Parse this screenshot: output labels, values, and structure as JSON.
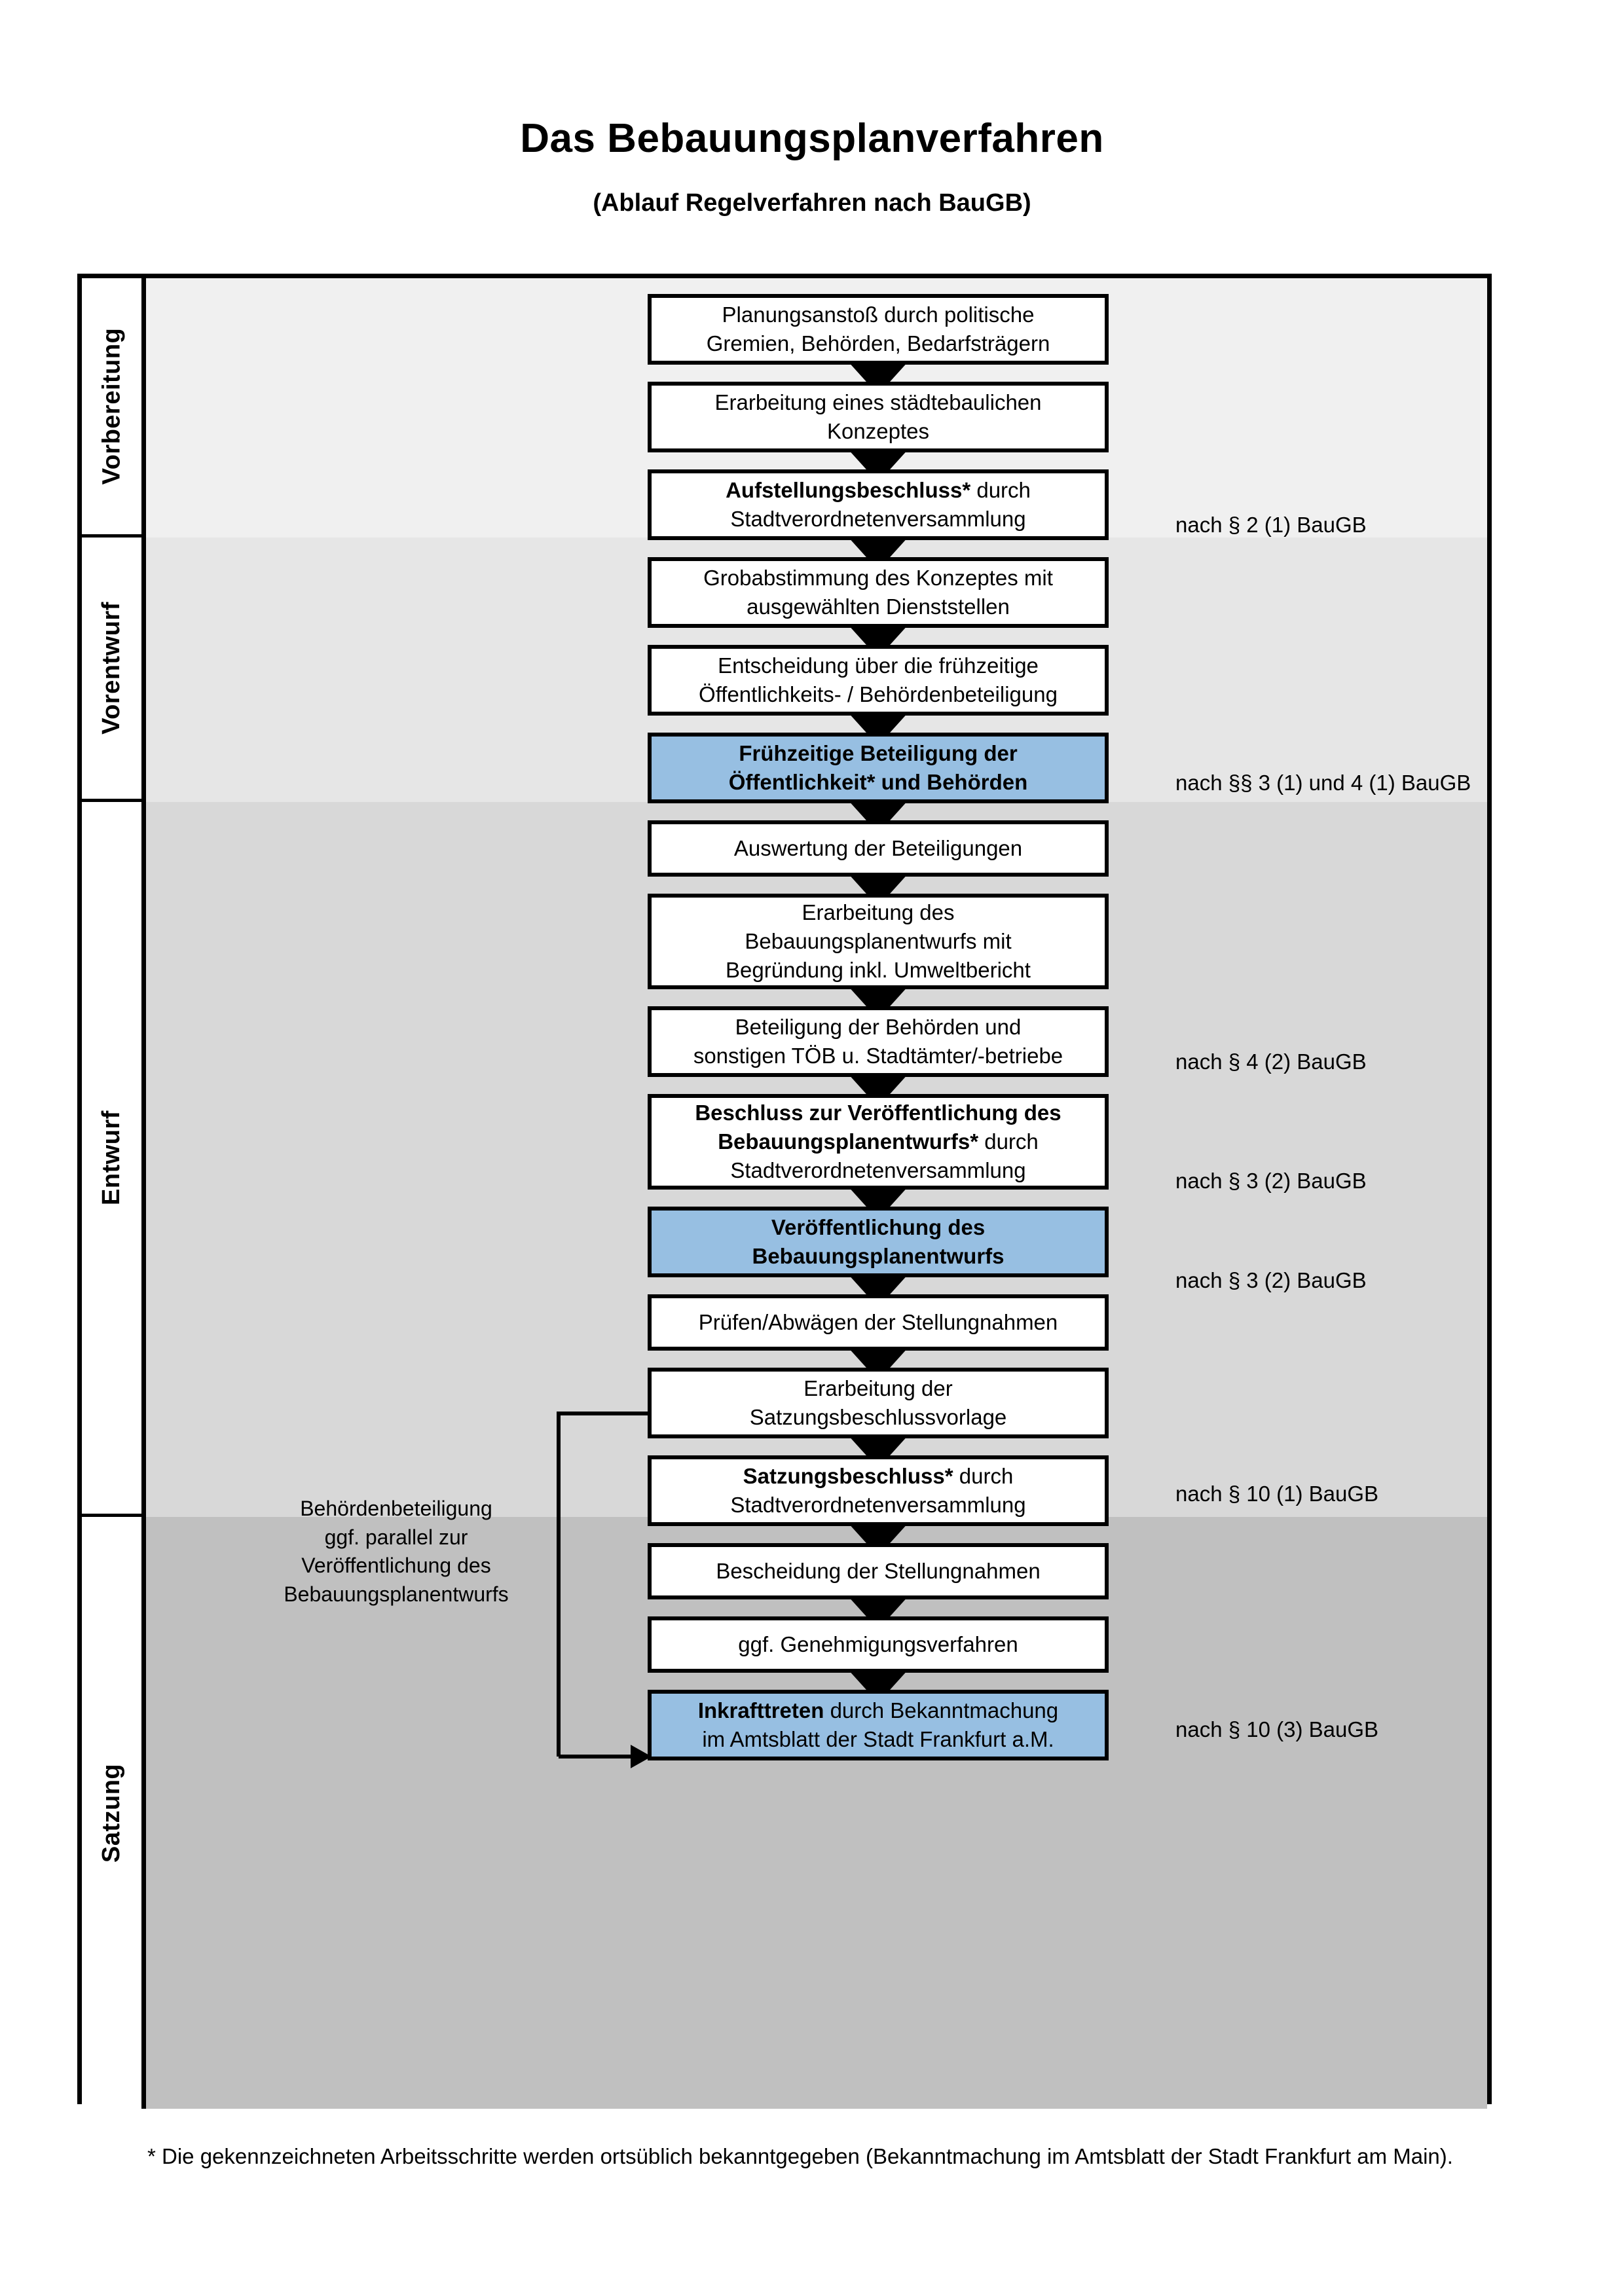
{
  "header": {
    "title": "Das Bebauungsplanverfahren",
    "subtitle": "(Ablauf Regelverfahren nach BauGB)"
  },
  "colors": {
    "highlight_box": "#97bfe2",
    "band_vorbereitung": "#f0f0f0",
    "band_vorentwurf": "#e6e6e6",
    "band_entwurf": "#d8d8d8",
    "band_satzung": "#c0c0c0",
    "outline": "#000000"
  },
  "phases": [
    {
      "label": "Vorbereitung"
    },
    {
      "label": "Vorentwurf"
    },
    {
      "label": "Entwurf"
    },
    {
      "label": "Satzung"
    }
  ],
  "steps": [
    {
      "id": "planungsanstoss",
      "html": "Planungsanstoß durch politische<br>Gremien, Behörden, Bedarfsträgern",
      "highlight": false
    },
    {
      "id": "staedtebauliches-konzept",
      "html": "Erarbeitung eines städtebaulichen<br>Konzeptes",
      "highlight": false
    },
    {
      "id": "aufstellungsbeschluss",
      "html": "<b>Aufstellungsbeschluss*</b> durch<br>Stadtverordnetenversammlung",
      "highlight": false
    },
    {
      "id": "grobabstimmung",
      "html": "Grobabstimmung des Konzeptes mit<br>ausgewählten Dienststellen",
      "highlight": false
    },
    {
      "id": "entscheidung-fruehzeitige",
      "html": "Entscheidung über die frühzeitige<br>Öffentlichkeits- / Behördenbeteiligung",
      "highlight": false
    },
    {
      "id": "fruehzeitige-beteiligung",
      "html": "<b>Frühzeitige Beteiligung der<br>Öffentlichkeit* und Behörden</b>",
      "highlight": true
    },
    {
      "id": "auswertung-beteiligungen",
      "html": "Auswertung der Beteiligungen",
      "highlight": false
    },
    {
      "id": "erarbeitung-entwurf",
      "html": "Erarbeitung des<br>Bebauungsplanentwurfs mit<br>Begründung inkl. Umweltbericht",
      "highlight": false
    },
    {
      "id": "beteiligung-behoerden",
      "html": "Beteiligung der Behörden und<br>sonstigen TÖB u. Stadtämter/-betriebe",
      "highlight": false
    },
    {
      "id": "beschluss-veroeffentlichung",
      "html": "<b>Beschluss zur Veröffentlichung des<br>Bebauungsplanentwurfs*</b> durch<br>Stadtverordnetenversammlung",
      "highlight": false
    },
    {
      "id": "veroeffentlichung-entwurf",
      "html": "<b>Veröffentlichung des<br>Bebauungsplanentwurfs</b>",
      "highlight": true
    },
    {
      "id": "pruefen-abwaegen",
      "html": "Prüfen/Abwägen der Stellungnahmen",
      "highlight": false
    },
    {
      "id": "erarbeitung-satzungsvorlage",
      "html": "Erarbeitung der<br>Satzungsbeschlussvorlage",
      "highlight": false
    },
    {
      "id": "satzungsbeschluss",
      "html": "<b>Satzungsbeschluss*</b> durch<br>Stadtverordnetenversammlung",
      "highlight": false
    },
    {
      "id": "bescheidung-stellungnahmen",
      "html": "Bescheidung der Stellungnahmen",
      "highlight": false
    },
    {
      "id": "genehmigungsverfahren",
      "html": "ggf. Genehmigungsverfahren",
      "highlight": false
    },
    {
      "id": "inkrafttreten",
      "html": "<b>Inkrafttreten</b> durch Bekanntmachung<br>im Amtsblatt der Stadt Frankfurt a.M.",
      "highlight": true
    }
  ],
  "side_notes": [
    {
      "id": "note-par-2-1",
      "text": "nach § 2 (1) BauGB"
    },
    {
      "id": "note-par-3-1-4-1",
      "text": "nach §§ 3 (1) und 4 (1) BauGB"
    },
    {
      "id": "note-par-4-2",
      "text": "nach § 4 (2) BauGB"
    },
    {
      "id": "note-par-3-2-a",
      "text": "nach § 3 (2) BauGB"
    },
    {
      "id": "note-par-3-2-b",
      "text": "nach § 3 (2) BauGB"
    },
    {
      "id": "note-par-10-1",
      "text": "nach § 10 (1) BauGB"
    },
    {
      "id": "note-par-10-3",
      "text": "nach § 10 (3) BauGB"
    }
  ],
  "parallel_note": {
    "html": "Behördenbeteiligung<br>ggf. parallel zur<br>Veröffentlichung des<br>Bebauungsplanentwurfs"
  },
  "footnote": {
    "text": "* Die gekennzeichneten Arbeitsschritte werden ortsüblich bekanntgegeben (Bekanntmachung im Amtsblatt  der Stadt Frankfurt am Main)."
  }
}
